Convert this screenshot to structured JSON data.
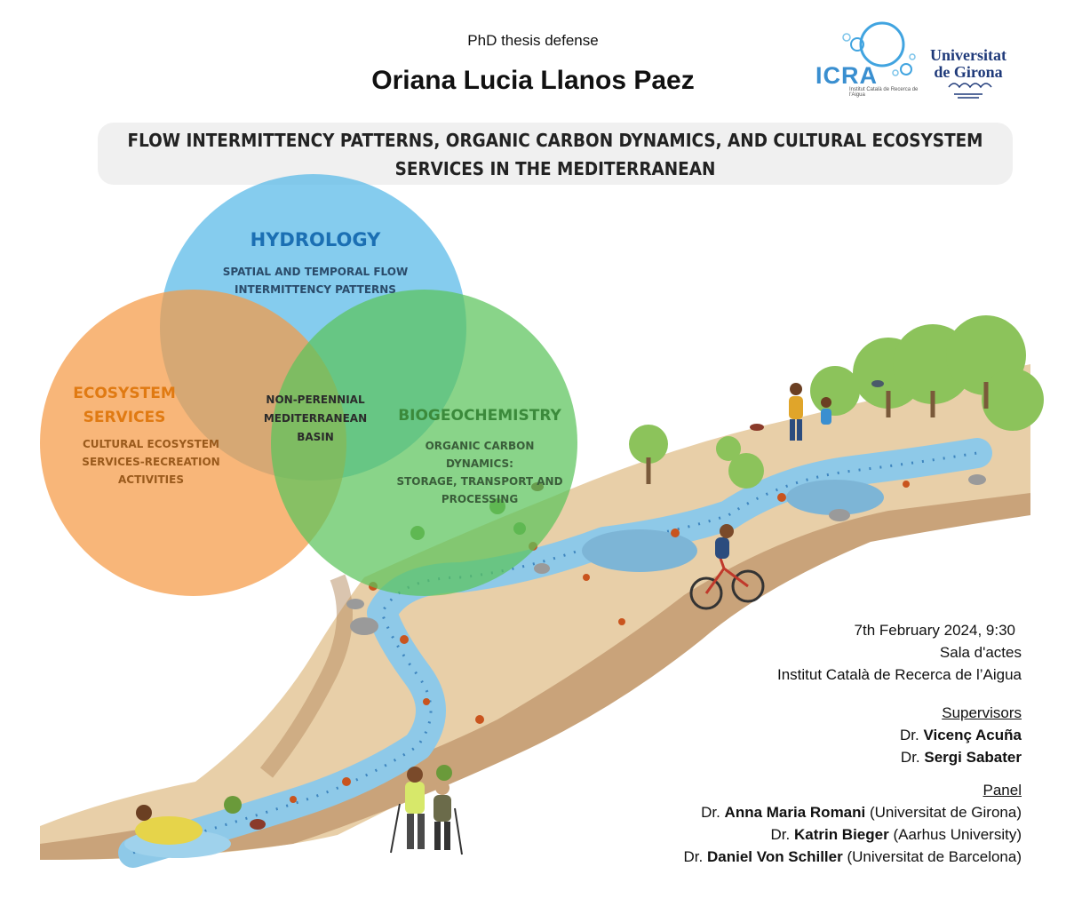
{
  "header": {
    "subtitle": "PhD thesis defense",
    "name": "Oriana Lucia Llanos Paez"
  },
  "logos": {
    "icra": {
      "word": "ICRA",
      "subtext": "Institut Català de Recerca de l'Aigua"
    },
    "udg": {
      "line1": "Universitat",
      "line2": "de Girona"
    }
  },
  "thesis_title": {
    "line1": "FLOW INTERMITTENCY PATTERNS, ORGANIC CARBON DYNAMICS, AND CULTURAL ECOSYSTEM",
    "line2": "SERVICES IN THE MEDITERRANEAN"
  },
  "venn": {
    "hydrology": {
      "heading": "HYDROLOGY",
      "line1": "SPATIAL AND TEMPORAL FLOW",
      "line2": "INTERMITTENCY PATTERNS",
      "color": "#56b8e8"
    },
    "ecosystem": {
      "heading1": "ECOSYSTEM",
      "heading2": "SERVICES",
      "line1": "CULTURAL ECOSYSTEM",
      "line2": "SERVICES-RECREATION",
      "line3": "ACTIVITIES",
      "color": "#f59a45"
    },
    "biogeochemistry": {
      "heading": "BIOGEOCHEMISTRY",
      "line1": "ORGANIC CARBON DYNAMICS:",
      "line2": "STORAGE, TRANSPORT AND",
      "line3": "PROCESSING",
      "color": "#5cc45c"
    },
    "center": {
      "line1": "NON-PERENNIAL",
      "line2": "MEDITERRANEAN",
      "line3": "BASIN"
    }
  },
  "event": {
    "datetime": "7th February 2024, 9:30",
    "room": "Sala d'actes",
    "venue": "Institut Català de Recerca de l’Aigua"
  },
  "supervisors": {
    "heading": "Supervisors",
    "people": [
      {
        "prefix": "Dr.",
        "name": "Vicenç Acuña"
      },
      {
        "prefix": "Dr.",
        "name": "Sergi Sabater"
      }
    ]
  },
  "panel": {
    "heading": "Panel",
    "people": [
      {
        "prefix": "Dr.",
        "name": "Anna Maria Romani",
        "affiliation": "(Universitat de Girona)"
      },
      {
        "prefix": "Dr.",
        "name": "Katrin Bieger",
        "affiliation": "(Aarhus University)"
      },
      {
        "prefix": "Dr.",
        "name": "Daniel Von Schiller",
        "affiliation": "(Universitat de Barcelona)"
      }
    ]
  }
}
